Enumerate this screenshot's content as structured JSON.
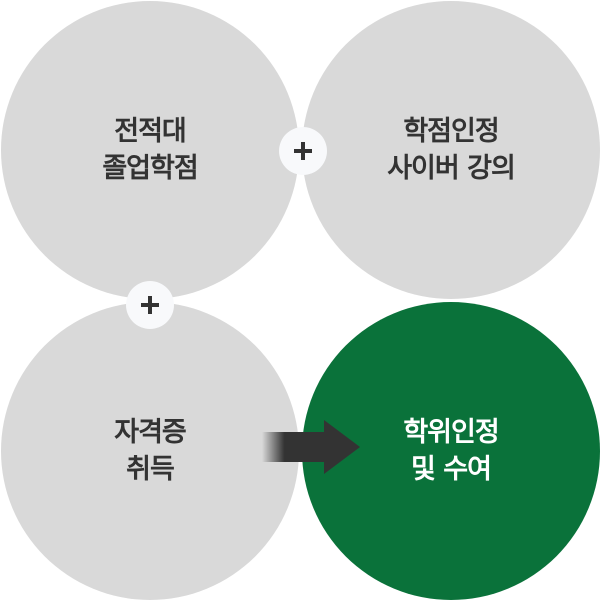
{
  "circles": [
    {
      "line1": "전적대",
      "line2": "졸업학점"
    },
    {
      "line1": "학점인정",
      "line2": "사이버 강의"
    },
    {
      "line1": "자격증",
      "line2": "취득"
    },
    {
      "line1": "학위인정",
      "line2": "및 수여"
    }
  ],
  "colors": {
    "circle": "#d9d9d9",
    "result": "#0a723a",
    "text": "#333333"
  },
  "icons": [
    "plus-icon",
    "plus-icon",
    "arrow-right-icon"
  ]
}
